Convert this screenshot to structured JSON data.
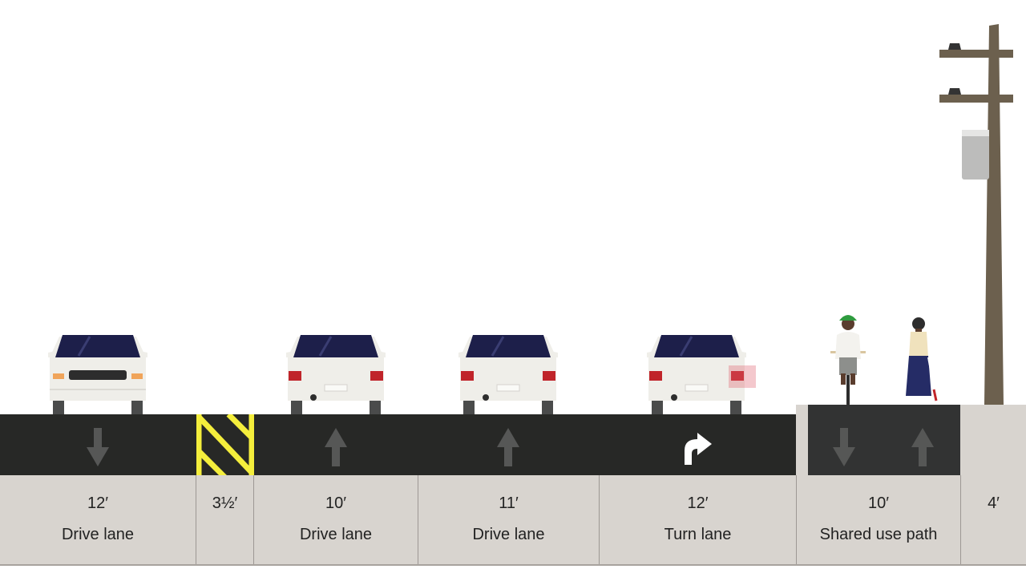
{
  "segments": [
    {
      "width": "12′",
      "name": "Drive lane"
    },
    {
      "width": "3½′",
      "name": ""
    },
    {
      "width": "10′",
      "name": "Drive lane"
    },
    {
      "width": "11′",
      "name": "Drive lane"
    },
    {
      "width": "12′",
      "name": "Turn lane"
    },
    {
      "width": "10′",
      "name": "Shared use path"
    },
    {
      "width": "4′",
      "name": ""
    }
  ],
  "colors": {
    "asphalt": "#272826",
    "path": "#323333",
    "sidewalk": "#d8d4cf",
    "buffer_stripe": "#f4ee3c",
    "arrow": "#565756",
    "turn_arrow": "#ffffff",
    "car_body": "#efeee9",
    "windshield": "#1d1f4a",
    "taillight": "#c0242a",
    "pole": "#6c604e",
    "helmet": "#2e9b3e"
  },
  "icons": {
    "lane_1": "down-arrow-icon",
    "lane_3": "up-arrow-icon",
    "lane_4": "up-arrow-icon",
    "lane_5": "right-turn-arrow-icon",
    "path": [
      "down-arrow-icon",
      "up-arrow-icon"
    ]
  }
}
